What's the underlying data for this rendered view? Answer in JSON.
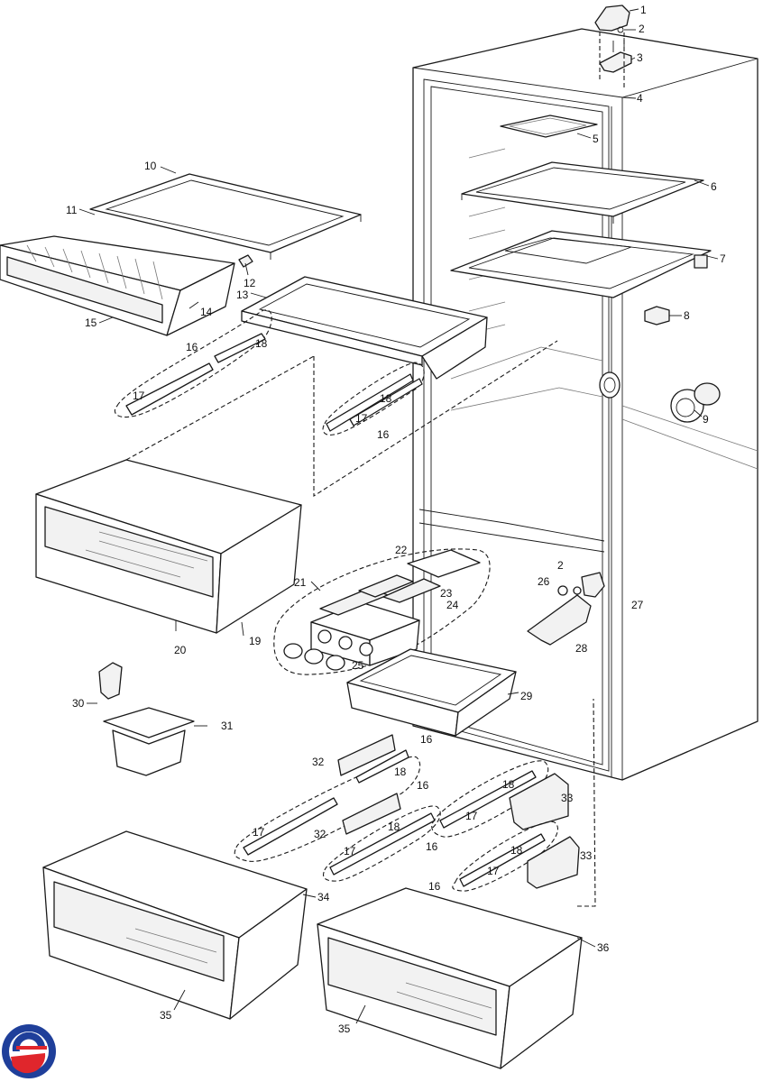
{
  "diagram": {
    "type": "exploded-parts-view",
    "subject": "refrigerator interior parts",
    "callouts": [
      {
        "id": "c1",
        "label": "1"
      },
      {
        "id": "c2",
        "label": "2"
      },
      {
        "id": "c3",
        "label": "3"
      },
      {
        "id": "c4",
        "label": "4"
      },
      {
        "id": "c5",
        "label": "5"
      },
      {
        "id": "c6",
        "label": "6"
      },
      {
        "id": "c7",
        "label": "7"
      },
      {
        "id": "c8",
        "label": "8"
      },
      {
        "id": "c9",
        "label": "9"
      },
      {
        "id": "c10",
        "label": "10"
      },
      {
        "id": "c11",
        "label": "11"
      },
      {
        "id": "c12",
        "label": "12"
      },
      {
        "id": "c13",
        "label": "13"
      },
      {
        "id": "c14",
        "label": "14"
      },
      {
        "id": "c15",
        "label": "15"
      },
      {
        "id": "c16a",
        "label": "16"
      },
      {
        "id": "c18a",
        "label": "18"
      },
      {
        "id": "c17a",
        "label": "17"
      },
      {
        "id": "c18b",
        "label": "18"
      },
      {
        "id": "c17b",
        "label": "17"
      },
      {
        "id": "c16b",
        "label": "16"
      },
      {
        "id": "c20",
        "label": "20"
      },
      {
        "id": "c19",
        "label": "19"
      },
      {
        "id": "c22",
        "label": "22"
      },
      {
        "id": "c21",
        "label": "21"
      },
      {
        "id": "c23",
        "label": "23"
      },
      {
        "id": "c24",
        "label": "24"
      },
      {
        "id": "c25",
        "label": "25"
      },
      {
        "id": "c2b",
        "label": "2"
      },
      {
        "id": "c26",
        "label": "26"
      },
      {
        "id": "c27",
        "label": "27"
      },
      {
        "id": "c28",
        "label": "28"
      },
      {
        "id": "c29",
        "label": "29"
      },
      {
        "id": "c30",
        "label": "30"
      },
      {
        "id": "c31",
        "label": "31"
      },
      {
        "id": "c16c",
        "label": "16"
      },
      {
        "id": "c32a",
        "label": "32"
      },
      {
        "id": "c18c",
        "label": "18"
      },
      {
        "id": "c16d",
        "label": "16"
      },
      {
        "id": "c18d",
        "label": "18"
      },
      {
        "id": "c33a",
        "label": "33"
      },
      {
        "id": "c17c",
        "label": "17"
      },
      {
        "id": "c16e",
        "label": "16"
      },
      {
        "id": "c32b",
        "label": "32"
      },
      {
        "id": "c18e",
        "label": "18"
      },
      {
        "id": "c17d",
        "label": "17"
      },
      {
        "id": "c17e",
        "label": "17"
      },
      {
        "id": "c18f",
        "label": "18"
      },
      {
        "id": "c33b",
        "label": "33"
      },
      {
        "id": "c16f",
        "label": "16"
      },
      {
        "id": "c17f",
        "label": "17"
      },
      {
        "id": "c34",
        "label": "34"
      },
      {
        "id": "c36",
        "label": "36"
      },
      {
        "id": "c35a",
        "label": "35"
      },
      {
        "id": "c35b",
        "label": "35"
      }
    ]
  },
  "logo": {
    "name": "brand-logo",
    "colors": [
      "#1f3f9a",
      "#e0262c"
    ]
  }
}
